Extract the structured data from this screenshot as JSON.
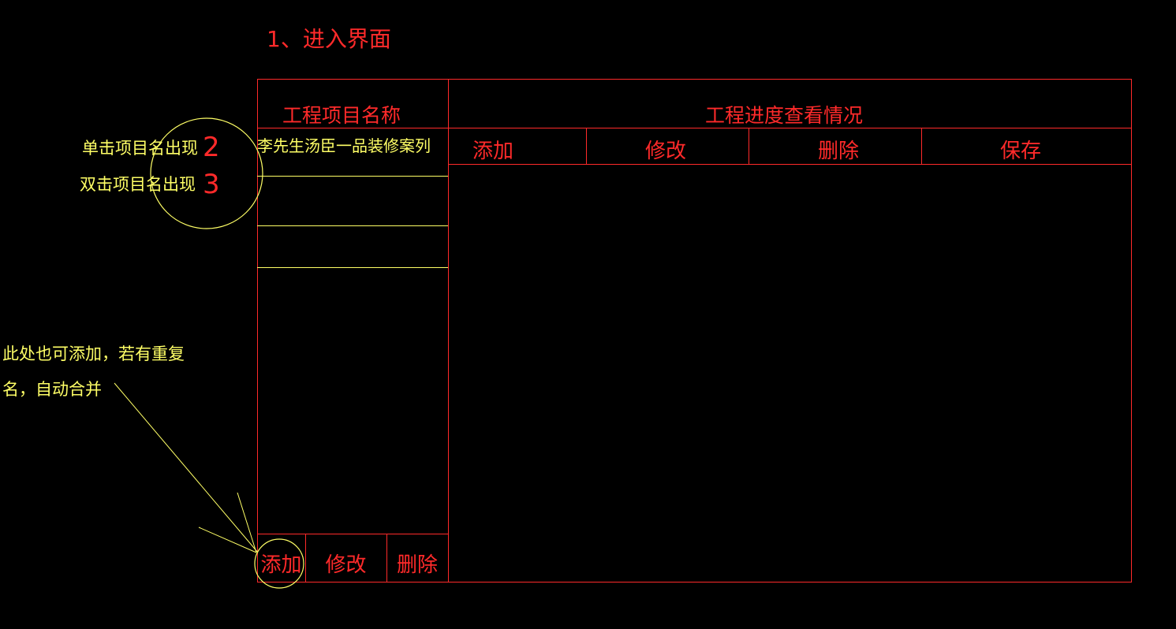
{
  "step_title": "1、进入界面",
  "left_panel": {
    "header": "工程项目名称",
    "items": [
      "李先生汤臣一品装修案列",
      "",
      "",
      ""
    ],
    "buttons": {
      "add": "添加",
      "edit": "修改",
      "delete": "删除"
    }
  },
  "right_panel": {
    "header": "工程进度查看情况",
    "toolbar": {
      "add": "添加",
      "edit": "修改",
      "delete": "删除",
      "save": "保存"
    }
  },
  "annotations": {
    "single_click": "单击项目名出现",
    "single_click_num": "2",
    "double_click": "双击项目名出现",
    "double_click_num": "3",
    "add_note_line1": "此处也可添加，若有重复",
    "add_note_line2": "名，自动合并"
  },
  "colors": {
    "background": "#000000",
    "frame": "#ff2a2a",
    "annotation": "#ffff66"
  }
}
